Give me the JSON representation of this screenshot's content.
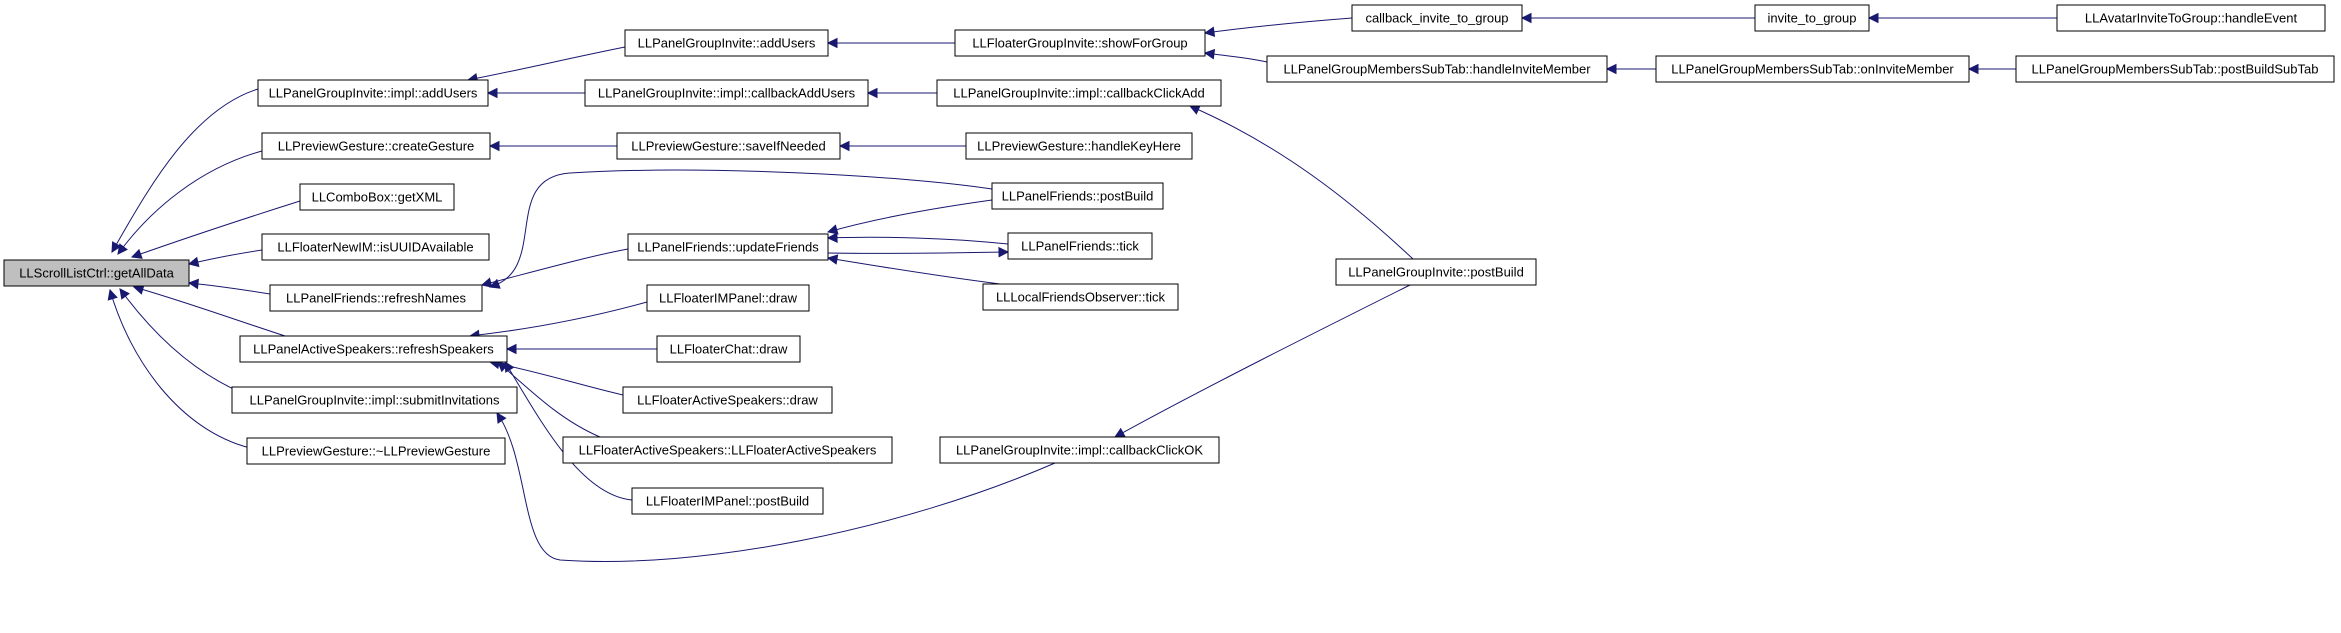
{
  "diagram": {
    "type": "call-graph",
    "colors": {
      "edge": "#191970",
      "root_fill": "#bfbfbf",
      "node_fill": "#ffffff",
      "node_stroke": "#000000"
    },
    "nodes": [
      {
        "id": "root",
        "label": "LLScrollListCtrl::getAllData",
        "root": true
      },
      {
        "id": "pgi_addUsers",
        "label": "LLPanelGroupInvite::impl::addUsers"
      },
      {
        "id": "pg_createGesture",
        "label": "LLPreviewGesture::createGesture"
      },
      {
        "id": "combo_getXML",
        "label": "LLComboBox::getXML"
      },
      {
        "id": "fnim_isUUID",
        "label": "LLFloaterNewIM::isUUIDAvailable"
      },
      {
        "id": "pf_refreshNames",
        "label": "LLPanelFriends::refreshNames"
      },
      {
        "id": "pas_refreshSpeakers",
        "label": "LLPanelActiveSpeakers::refreshSpeakers"
      },
      {
        "id": "pgi_submit",
        "label": "LLPanelGroupInvite::impl::submitInvitations"
      },
      {
        "id": "pg_dtor",
        "label": "LLPreviewGesture::~LLPreviewGesture"
      },
      {
        "id": "pgi2_addUsers",
        "label": "LLPanelGroupInvite::addUsers"
      },
      {
        "id": "pgi_cbAddUsers",
        "label": "LLPanelGroupInvite::impl::callbackAddUsers"
      },
      {
        "id": "pg_saveIfNeeded",
        "label": "LLPreviewGesture::saveIfNeeded"
      },
      {
        "id": "pf_updateFriends",
        "label": "LLPanelFriends::updateFriends"
      },
      {
        "id": "fimp_draw",
        "label": "LLFloaterIMPanel::draw"
      },
      {
        "id": "fc_draw",
        "label": "LLFloaterChat::draw"
      },
      {
        "id": "fas_draw",
        "label": "LLFloaterActiveSpeakers::draw"
      },
      {
        "id": "fas_ctor",
        "label": "LLFloaterActiveSpeakers::LLFloaterActiveSpeakers"
      },
      {
        "id": "fimp_postBuild",
        "label": "LLFloaterIMPanel::postBuild"
      },
      {
        "id": "fgi_showForGroup",
        "label": "LLFloaterGroupInvite::showForGroup"
      },
      {
        "id": "pgi_cbClickAdd",
        "label": "LLPanelGroupInvite::impl::callbackClickAdd"
      },
      {
        "id": "pg_handleKeyHere",
        "label": "LLPreviewGesture::handleKeyHere"
      },
      {
        "id": "pf_postBuild",
        "label": "LLPanelFriends::postBuild"
      },
      {
        "id": "pf_tick",
        "label": "LLPanelFriends::tick"
      },
      {
        "id": "lfo_tick",
        "label": "LLLocalFriendsObserver::tick"
      },
      {
        "id": "pgi_cbClickOK",
        "label": "LLPanelGroupInvite::impl::callbackClickOK"
      },
      {
        "id": "cb_invite",
        "label": "callback_invite_to_group"
      },
      {
        "id": "pgmst_handleInvite",
        "label": "LLPanelGroupMembersSubTab::handleInviteMember"
      },
      {
        "id": "pgi_postBuild",
        "label": "LLPanelGroupInvite::postBuild"
      },
      {
        "id": "invite_to_group",
        "label": "invite_to_group"
      },
      {
        "id": "pgmst_onInvite",
        "label": "LLPanelGroupMembersSubTab::onInviteMember"
      },
      {
        "id": "avatar_handleEvent",
        "label": "LLAvatarInviteToGroup::handleEvent"
      },
      {
        "id": "pgmst_postBuildSubTab",
        "label": "LLPanelGroupMembersSubTab::postBuildSubTab"
      }
    ],
    "edges": [
      {
        "from": "pgi_addUsers",
        "to": "root"
      },
      {
        "from": "pg_createGesture",
        "to": "root"
      },
      {
        "from": "combo_getXML",
        "to": "root"
      },
      {
        "from": "fnim_isUUID",
        "to": "root"
      },
      {
        "from": "pf_refreshNames",
        "to": "root"
      },
      {
        "from": "pas_refreshSpeakers",
        "to": "root"
      },
      {
        "from": "pgi_submit",
        "to": "root"
      },
      {
        "from": "pg_dtor",
        "to": "root"
      },
      {
        "from": "pgi2_addUsers",
        "to": "pgi_addUsers"
      },
      {
        "from": "pgi_cbAddUsers",
        "to": "pgi_addUsers"
      },
      {
        "from": "pg_saveIfNeeded",
        "to": "pg_createGesture"
      },
      {
        "from": "pf_updateFriends",
        "to": "pf_refreshNames"
      },
      {
        "from": "pf_postBuild",
        "to": "pf_refreshNames"
      },
      {
        "from": "fimp_draw",
        "to": "pas_refreshSpeakers"
      },
      {
        "from": "fc_draw",
        "to": "pas_refreshSpeakers"
      },
      {
        "from": "fas_draw",
        "to": "pas_refreshSpeakers"
      },
      {
        "from": "fas_ctor",
        "to": "pas_refreshSpeakers"
      },
      {
        "from": "fimp_postBuild",
        "to": "pas_refreshSpeakers"
      },
      {
        "from": "pgi_cbClickOK",
        "to": "pgi_submit"
      },
      {
        "from": "fgi_showForGroup",
        "to": "pgi2_addUsers"
      },
      {
        "from": "pgi_cbClickAdd",
        "to": "pgi_cbAddUsers"
      },
      {
        "from": "pg_handleKeyHere",
        "to": "pg_saveIfNeeded"
      },
      {
        "from": "pf_postBuild",
        "to": "pf_updateFriends"
      },
      {
        "from": "pf_tick",
        "to": "pf_updateFriends"
      },
      {
        "from": "lfo_tick",
        "to": "pf_updateFriends"
      },
      {
        "from": "pf_updateFriends",
        "to": "pf_tick"
      },
      {
        "from": "cb_invite",
        "to": "fgi_showForGroup"
      },
      {
        "from": "pgmst_handleInvite",
        "to": "fgi_showForGroup"
      },
      {
        "from": "pgi_postBuild",
        "to": "pgi_cbClickAdd"
      },
      {
        "from": "pgi_postBuild",
        "to": "pgi_cbClickOK"
      },
      {
        "from": "invite_to_group",
        "to": "cb_invite"
      },
      {
        "from": "pgmst_onInvite",
        "to": "pgmst_handleInvite"
      },
      {
        "from": "avatar_handleEvent",
        "to": "invite_to_group"
      },
      {
        "from": "pgmst_postBuildSubTab",
        "to": "pgmst_onInvite"
      }
    ]
  }
}
